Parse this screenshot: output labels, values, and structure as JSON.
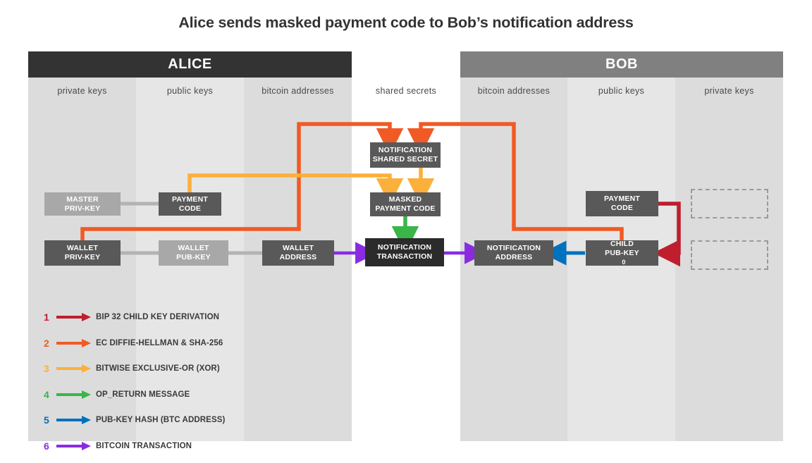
{
  "title": "Alice sends masked payment code to Bob’s notification address",
  "parties": [
    {
      "name": "ALICE",
      "color": "#333333"
    },
    {
      "name": "BOB",
      "color": "#808080"
    }
  ],
  "columns": [
    {
      "caption": "private keys",
      "side": "alice"
    },
    {
      "caption": "public keys",
      "side": "alice"
    },
    {
      "caption": "bitcoin addresses",
      "side": "alice"
    },
    {
      "caption": "shared secrets",
      "side": "middle"
    },
    {
      "caption": "bitcoin addresses",
      "side": "bob"
    },
    {
      "caption": "public keys",
      "side": "bob"
    },
    {
      "caption": "private keys",
      "side": "bob"
    }
  ],
  "nodes": [
    {
      "id": "master-priv-key",
      "line1": "MASTER",
      "line2": "PRIV-KEY",
      "style": "mid-grey"
    },
    {
      "id": "alice-payment-code",
      "line1": "PAYMENT",
      "line2": "CODE",
      "style": "dark-grey"
    },
    {
      "id": "notification-shared-secret",
      "line1": "NOTIFICATION",
      "line2": "SHARED SECRET",
      "style": "dark-grey"
    },
    {
      "id": "masked-payment-code",
      "line1": "MASKED",
      "line2": "PAYMENT CODE",
      "style": "dark-grey"
    },
    {
      "id": "bob-payment-code",
      "line1": "PAYMENT",
      "line2": "CODE",
      "style": "dark-grey"
    },
    {
      "id": "wallet-priv-key",
      "line1": "WALLET",
      "line2": "PRIV-KEY",
      "style": "dark-grey"
    },
    {
      "id": "wallet-pub-key",
      "line1": "WALLET",
      "line2": "PUB-KEY",
      "style": "mid-grey"
    },
    {
      "id": "wallet-address",
      "line1": "WALLET",
      "line2": "ADDRESS",
      "style": "dark-grey"
    },
    {
      "id": "notification-transaction",
      "line1": "NOTIFICATION",
      "line2": "TRANSACTION",
      "style": "black"
    },
    {
      "id": "notification-address",
      "line1": "NOTIFICATION",
      "line2": "ADDRESS",
      "style": "dark-grey"
    },
    {
      "id": "child-pub-key",
      "line1": "CHILD",
      "line2": "PUB-KEY",
      "sub": "0",
      "style": "dark-grey"
    }
  ],
  "legend": {
    "items": [
      {
        "num": "1",
        "label": "BIP 32 CHILD KEY DERIVATION",
        "color": "#be1e2d"
      },
      {
        "num": "2",
        "label": "EC DIFFIE-HELLMAN & SHA-256",
        "color": "#f15a24"
      },
      {
        "num": "3",
        "label": "BITWISE EXCLUSIVE-OR (XOR)",
        "color": "#fbb03b"
      },
      {
        "num": "4",
        "label": "OP_RETURN MESSAGE",
        "color": "#39b54a"
      },
      {
        "num": "5",
        "label": "PUB-KEY HASH (BTC ADDRESS)",
        "color": "#0071bc"
      },
      {
        "num": "6",
        "label": "BITCOIN TRANSACTION",
        "color": "#8a2be2"
      }
    ]
  },
  "colors": {
    "band_dark": "#dcdcdc",
    "band_light": "#e6e6e6",
    "alice_header": "#333333",
    "bob_header": "#808080",
    "node_mid_grey": "#a8a8a8",
    "node_dark_grey": "#595959",
    "node_black": "#2b2b2b",
    "wire_grey": "#b3b3b3",
    "wire_red": "#be1e2d",
    "wire_orange": "#f15a24",
    "wire_yellow": "#fbb03b",
    "wire_green": "#39b54a",
    "wire_blue": "#0071bc",
    "wire_purple": "#8a2be2"
  }
}
